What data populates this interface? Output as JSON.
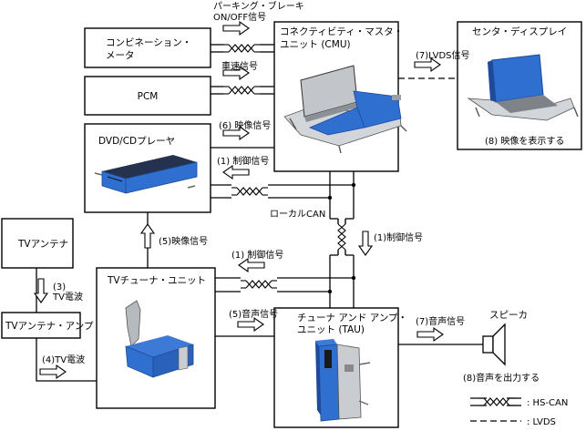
{
  "boxes": {
    "combination_meter": "コンビネーション・\nメータ",
    "pcm": "PCM",
    "dvd_player": "DVD/CDプレーヤ",
    "cmu": "コネクティビティ・マスタ・\nユニット (CMU)",
    "center_display": "センタ・ディスプレイ",
    "tv_antenna": "TVアンテナ",
    "tv_antenna_amp": "TVアンテナ・アンプ",
    "tv_tuner": "TVチューナ・ユニット",
    "tau": "チューナ アンド アンプ・\nユニット (TAU)",
    "speaker": "スピーカ"
  },
  "signals": {
    "parking_brake": "パーキング・ブレーキ\nON/OFF信号",
    "vehicle_speed": "車速信号",
    "video_6": "(6) 映像信号",
    "control_dvd": "(1) 制御信号",
    "lvds_7": "(7)LVDS信号",
    "display_8": "(8) 映像を表示する",
    "local_can": "ローカルCAN",
    "control_right": "(1)制御信号",
    "video_5": "(5)映像信号",
    "control_tuner": "(1) 制御信号",
    "tv_wave_3": "(3)\nTV電波",
    "tv_wave_4": "(4)TV電波",
    "audio_5": "(5)音声信号",
    "audio_7": "(7)音声信号",
    "output_8": "(8)音声を出力する"
  },
  "legend": {
    "hs_can": ": HS-CAN",
    "lvds": ": LVDS"
  },
  "colors": {
    "unit_blue": "#2f6fd0",
    "unit_blue_dark": "#1d4a9a",
    "screen_gray": "#b9bec4",
    "bracket_gray": "#9aa0a6"
  }
}
